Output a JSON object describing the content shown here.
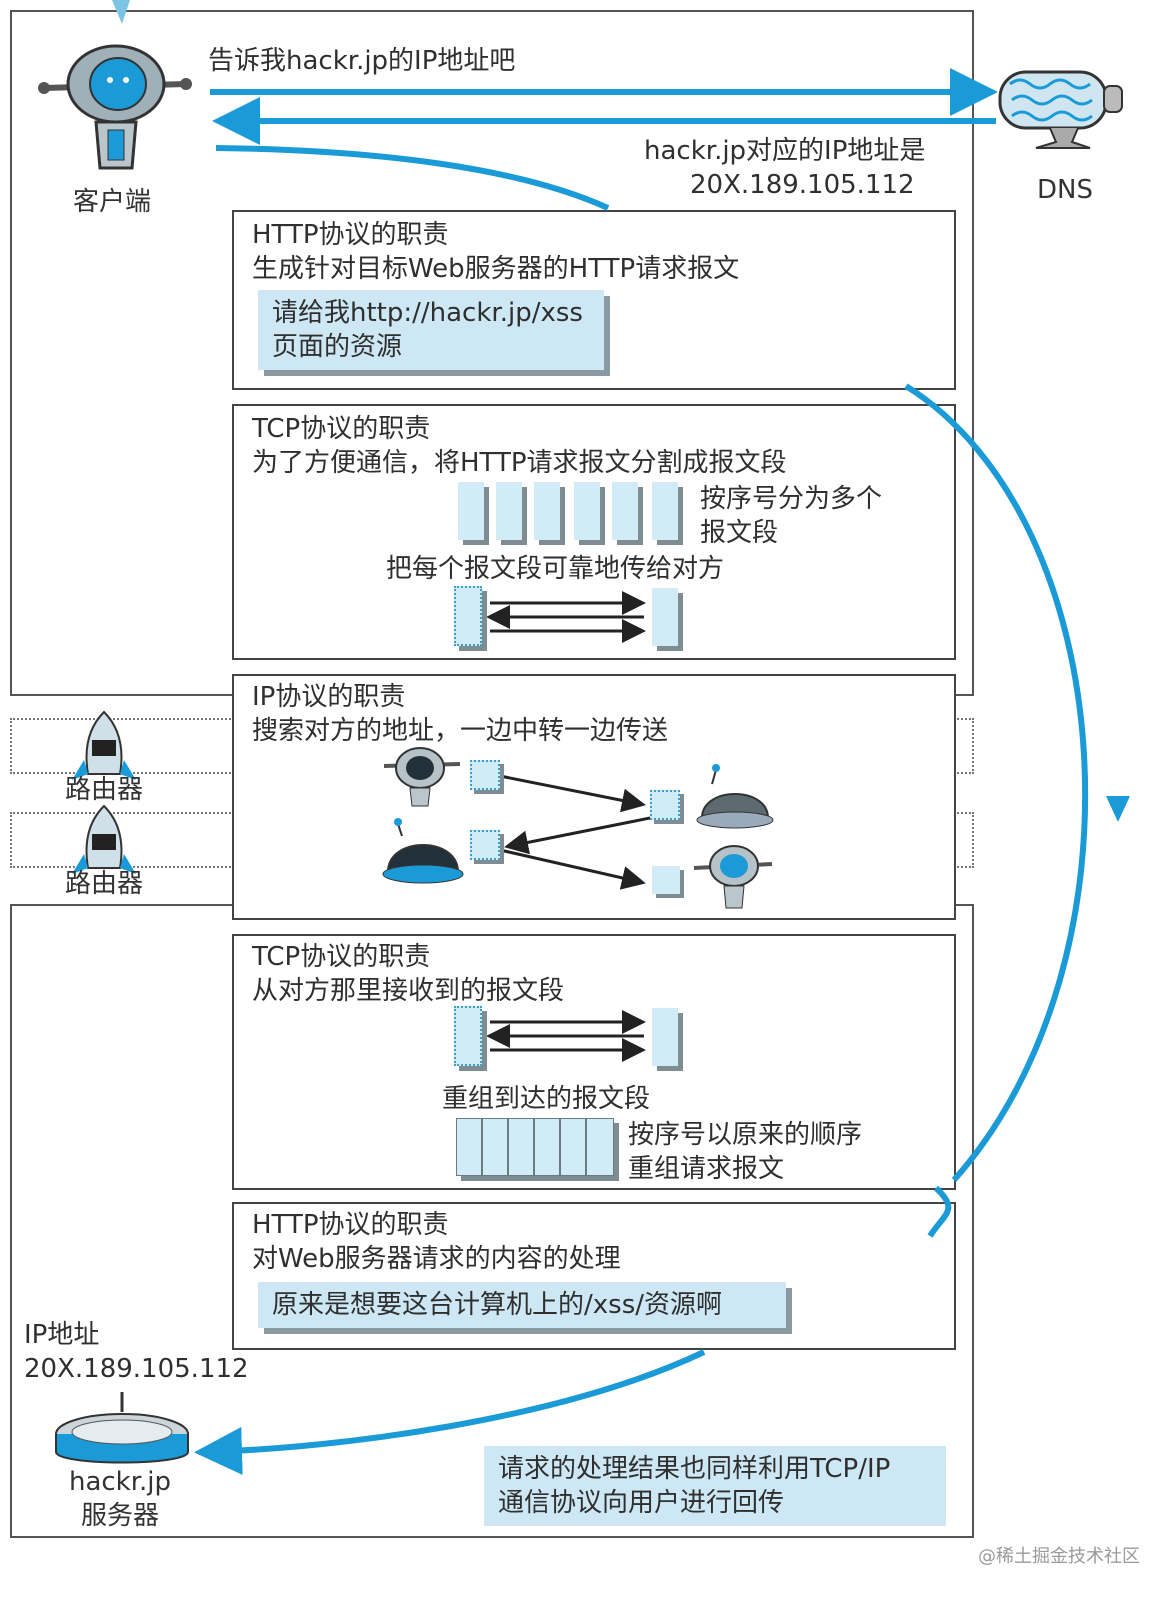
{
  "client": {
    "label": "客户端",
    "request_text": "告诉我hackr.jp的IP地址吧",
    "response_line1": "hackr.jp对应的IP地址是",
    "response_line2": "20X.189.105.112"
  },
  "dns": {
    "label": "DNS"
  },
  "http_client": {
    "title": "HTTP协议的职责",
    "desc": "生成针对目标Web服务器的HTTP请求报文",
    "note_line1": "请给我http://hackr.jp/xss",
    "note_line2": "页面的资源"
  },
  "tcp_client": {
    "title": "TCP协议的职责",
    "desc": "为了方便通信，将HTTP请求报文分割成报文段",
    "split_line1": "按序号分为多个",
    "split_line2": "报文段",
    "reliable": "把每个报文段可靠地传给对方"
  },
  "ip": {
    "title": "IP协议的职责",
    "desc": "搜索对方的地址，一边中转一边传送"
  },
  "routers": [
    "路由器",
    "路由器"
  ],
  "tcp_server": {
    "title": "TCP协议的职责",
    "desc": "从对方那里接收到的报文段",
    "reassemble": "重组到达的报文段",
    "order_line1": "按序号以原来的顺序",
    "order_line2": "重组请求报文"
  },
  "http_server": {
    "title": "HTTP协议的职责",
    "desc": "对Web服务器请求的内容的处理",
    "note": "原来是想要这台计算机上的/xss/资源啊"
  },
  "server": {
    "ip_label": "IP地址",
    "ip_value": "20X.189.105.112",
    "name_line1": "hackr.jp",
    "name_line2": "服务器"
  },
  "result_note": {
    "line1": "请求的处理结果也同样利用TCP/IP",
    "line2": "通信协议向用户进行回传"
  },
  "watermark": "@稀土掘金技术社区",
  "colors": {
    "accent": "#1a9ad6",
    "note_bg": "#cde8f4",
    "arrow_dark": "#222222"
  }
}
